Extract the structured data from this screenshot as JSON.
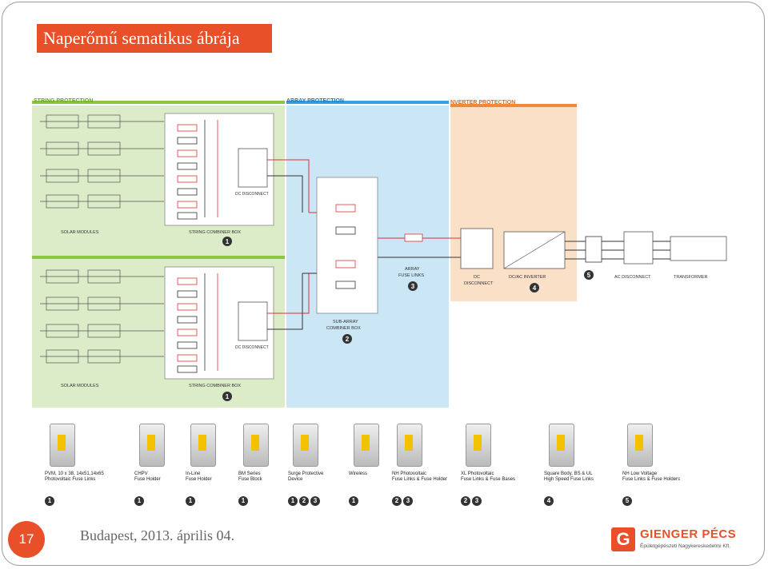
{
  "slide": {
    "title": "Naperőmű sematikus ábrája",
    "page_number": "17",
    "footer": "Budapest, 2013. április 04.",
    "logo_letter": "G",
    "logo_name": "GIENGER  PÉCS",
    "logo_sub": "Épületgépészeti Nagykereskedelmi Kft.",
    "accent": "#e8502a"
  },
  "diagram": {
    "sections": {
      "string": "STRING PROTECTION",
      "array": "ARRAY PROTECTION",
      "inverter": "NVERTER PROTECTION"
    },
    "labels": {
      "solar_modules_1": "SOLAR MODULES",
      "solar_modules_2": "SOLAR MODULES",
      "string_box_1": "STRING COMBINER BOX",
      "string_box_2": "STRING COMBINER BOX",
      "dc_disconnect_1": "DC DISCONNECT",
      "dc_disconnect_2": "DC DISCONNECT",
      "sub_array_1": "SUB-ARRAY",
      "sub_array_2": "COMBINER BOX",
      "array_fuse_1": "ARRAY",
      "array_fuse_2": "FUSE LINKS",
      "dc_disc_inv_1": "DC",
      "dc_disc_inv_2": "DISCONNECT",
      "inverter": "DC/AC INVERTER",
      "ac_disconnect": "AC DISCONNECT",
      "transformer": "TRANSFORMER"
    },
    "badges": {
      "b1a": "1",
      "b1b": "1",
      "b2": "2",
      "b3": "3",
      "b4": "4",
      "b5": "5"
    },
    "colors": {
      "string_bg": "#dcebc8",
      "string_bar": "#8cc63f",
      "array_bg": "#cbe6f5",
      "array_bar": "#3aa0dc",
      "inverter_bg": "#fbe0c8",
      "inverter_bar": "#f08a3a",
      "plus_line": "#e2202a"
    }
  },
  "products": [
    {
      "l1": "PVM, 10 x 38, 14x51,14x65",
      "l2": "Photovoltaic Fuse Links",
      "badges": [
        "1"
      ]
    },
    {
      "l1": "CHPV",
      "l2": "Fuse Holder",
      "badges": [
        "1"
      ]
    },
    {
      "l1": "In-Line",
      "l2": "Fuse Holder",
      "badges": [
        "1"
      ]
    },
    {
      "l1": "BM Series",
      "l2": "Fuse Block",
      "badges": [
        "1"
      ]
    },
    {
      "l1": "Surge Protective",
      "l2": "Device",
      "badges": [
        "1",
        "2",
        "3"
      ]
    },
    {
      "l1": "Wireless",
      "l2": "",
      "badges": [
        "1"
      ]
    },
    {
      "l1": "NH Photovoltaic",
      "l2": "Fuse Links & Fuse Holder",
      "badges": [
        "2",
        "3"
      ]
    },
    {
      "l1": "XL Photovoltaic",
      "l2": "Fuse Links & Fuse Bases",
      "badges": [
        "2",
        "3"
      ]
    },
    {
      "l1": "Square Body, BS & UL",
      "l2": "High Speed Fuse Links",
      "badges": [
        "4"
      ]
    },
    {
      "l1": "NH Low Voltage",
      "l2": "Fuse Links & Fuse Holders",
      "badges": [
        "5"
      ]
    }
  ]
}
